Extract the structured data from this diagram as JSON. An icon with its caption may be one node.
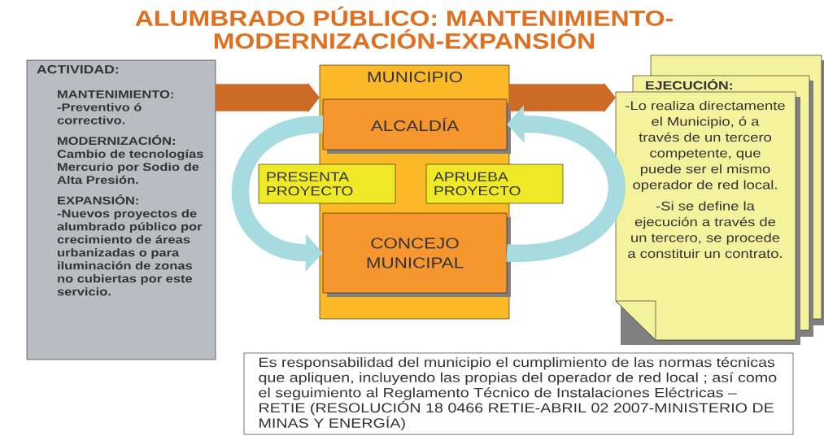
{
  "diagram": {
    "title": "ALUMBRADO PÚBLICO: MANTENIMIENTO-MODERNIZACIÓN-EXPANSIÓN",
    "nodes": [
      {
        "text": [
          "ACTIVIDAD:",
          "MANTENIMIENTO:",
          "-Preventivo ó correctivo.",
          "MODERNIZACIÓN:",
          "Cambio de tecnologías Mercurio por Sodio de Alta Presión.",
          "EXPANSIÓN:",
          "-Nuevos proyectos de alumbrado público por crecimiento de áreas urbanizadas o para iluminación de zonas no cubiertas por este servicio."
        ]
      },
      {
        "text": [
          "MUNICIPIO"
        ]
      },
      {
        "text": [
          "ALCALDÍA"
        ],
        "in": 1
      },
      {
        "text": [
          "CONCEJO MUNICIPAL"
        ],
        "in": 1
      },
      {
        "text": [
          "PRESENTA PROYECTO"
        ]
      },
      {
        "text": [
          "APRUEBA PROYECTO"
        ]
      },
      {
        "text": [
          "EJECUCIÓN:",
          "-Lo realiza directamente el Municipio, ó a través de un tercero competente, que puede ser el mismo operador de red local.",
          "-Si se define la ejecución a través de un tercero, se procede a constituir un contrato."
        ]
      },
      {
        "text": [
          "Es responsabilidad del municipio el cumplimiento de las normas técnicas que apliquen, incluyendo las propias del operador de red local ; así como el seguimiento al Reglamento Técnico de Instalaciones Eléctricas – RETIE (RESOLUCIÓN 18 0466 RETIE-ABRIL 02 2007-MINISTERIO DE MINAS Y ENERGÍA)"
        ]
      }
    ],
    "edges": [
      {
        "from": 0,
        "to": 1,
        "arrow": "to",
        "color": "#cc6a28"
      },
      {
        "from": 1,
        "to": 6,
        "arrow": "to",
        "color": "#cc6a28"
      },
      {
        "from": 2,
        "to": 3,
        "arrow": "to",
        "color": "#a6dce0"
      },
      {
        "from": 3,
        "to": 2,
        "arrow": "to",
        "color": "#a6dce0"
      }
    ]
  }
}
